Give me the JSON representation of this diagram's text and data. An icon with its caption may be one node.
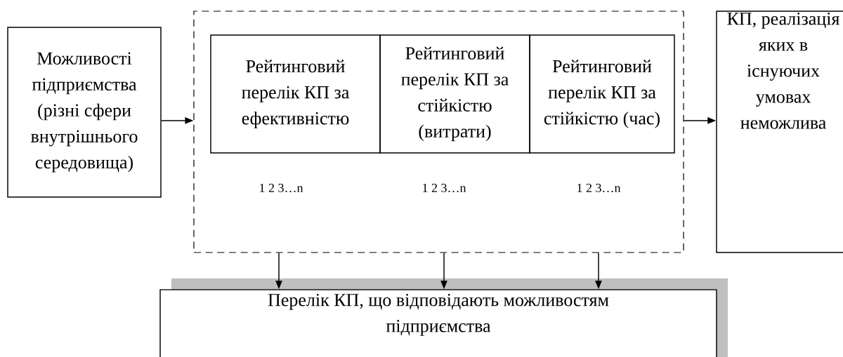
{
  "diagram": {
    "nodes": [
      {
        "text": [
          "Можливості підприємства (різні сфери внутрішнього середовища)"
        ]
      },
      {
        "text": [],
        "shape": "box"
      },
      {
        "text": [
          "Рейтинговий перелік КП за ефективністю"
        ],
        "in": 1
      },
      {
        "text": [
          "Рейтинговий перелік КП за стійкістю (витрати)"
        ],
        "in": 1
      },
      {
        "text": [
          "Рейтинговий перелік КП за стійкістю (час)"
        ],
        "in": 1
      },
      {
        "text": [
          "КП, реалізація яких в існуючих умовах неможлива"
        ]
      },
      {
        "text": [
          "Перелік КП, що відповідають  можливостям підприємства"
        ]
      }
    ],
    "edges": [
      {
        "from": 0,
        "to": 1,
        "arrow": "to"
      },
      {
        "from": 1,
        "to": 5,
        "arrow": "to"
      },
      {
        "from": 1,
        "to": 6,
        "arrow": "to"
      },
      {
        "from": 1,
        "to": 6,
        "arrow": "to"
      },
      {
        "from": 1,
        "to": 6,
        "arrow": "to"
      }
    ],
    "labels": [
      "1 2 3…n",
      "1 2 3…n",
      "1 2 3…n"
    ]
  }
}
